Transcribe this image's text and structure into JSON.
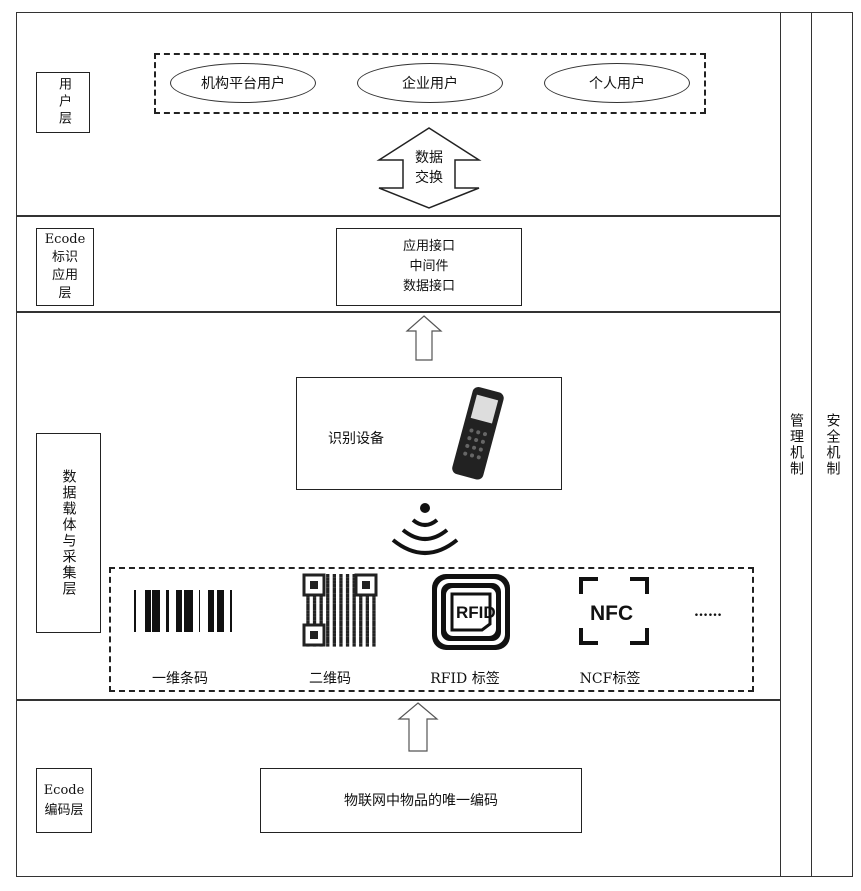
{
  "user_layer": {
    "label": "用户层",
    "users": [
      "机构平台用户",
      "企业用户",
      "个人用户"
    ],
    "exchange": [
      "数据",
      "交换"
    ]
  },
  "app_layer": {
    "label": [
      "Ecode",
      "标识",
      "应用",
      "层"
    ],
    "middleware": [
      "应用接口",
      "中间件",
      "数据接口"
    ]
  },
  "carrier_layer": {
    "label": "数据载体与采集层",
    "device": "识别设备",
    "carriers": [
      "一维条码",
      "二维码",
      "RFID 标签",
      "NCF标签"
    ],
    "rfid_text": "RFID",
    "nfc_text": "NFC",
    "more": "……"
  },
  "encode_layer": {
    "label": [
      "Ecode",
      "编码层"
    ],
    "content": "物联网中物品的唯一编码"
  },
  "side": {
    "management": "管理机制",
    "security": "安全机制"
  }
}
